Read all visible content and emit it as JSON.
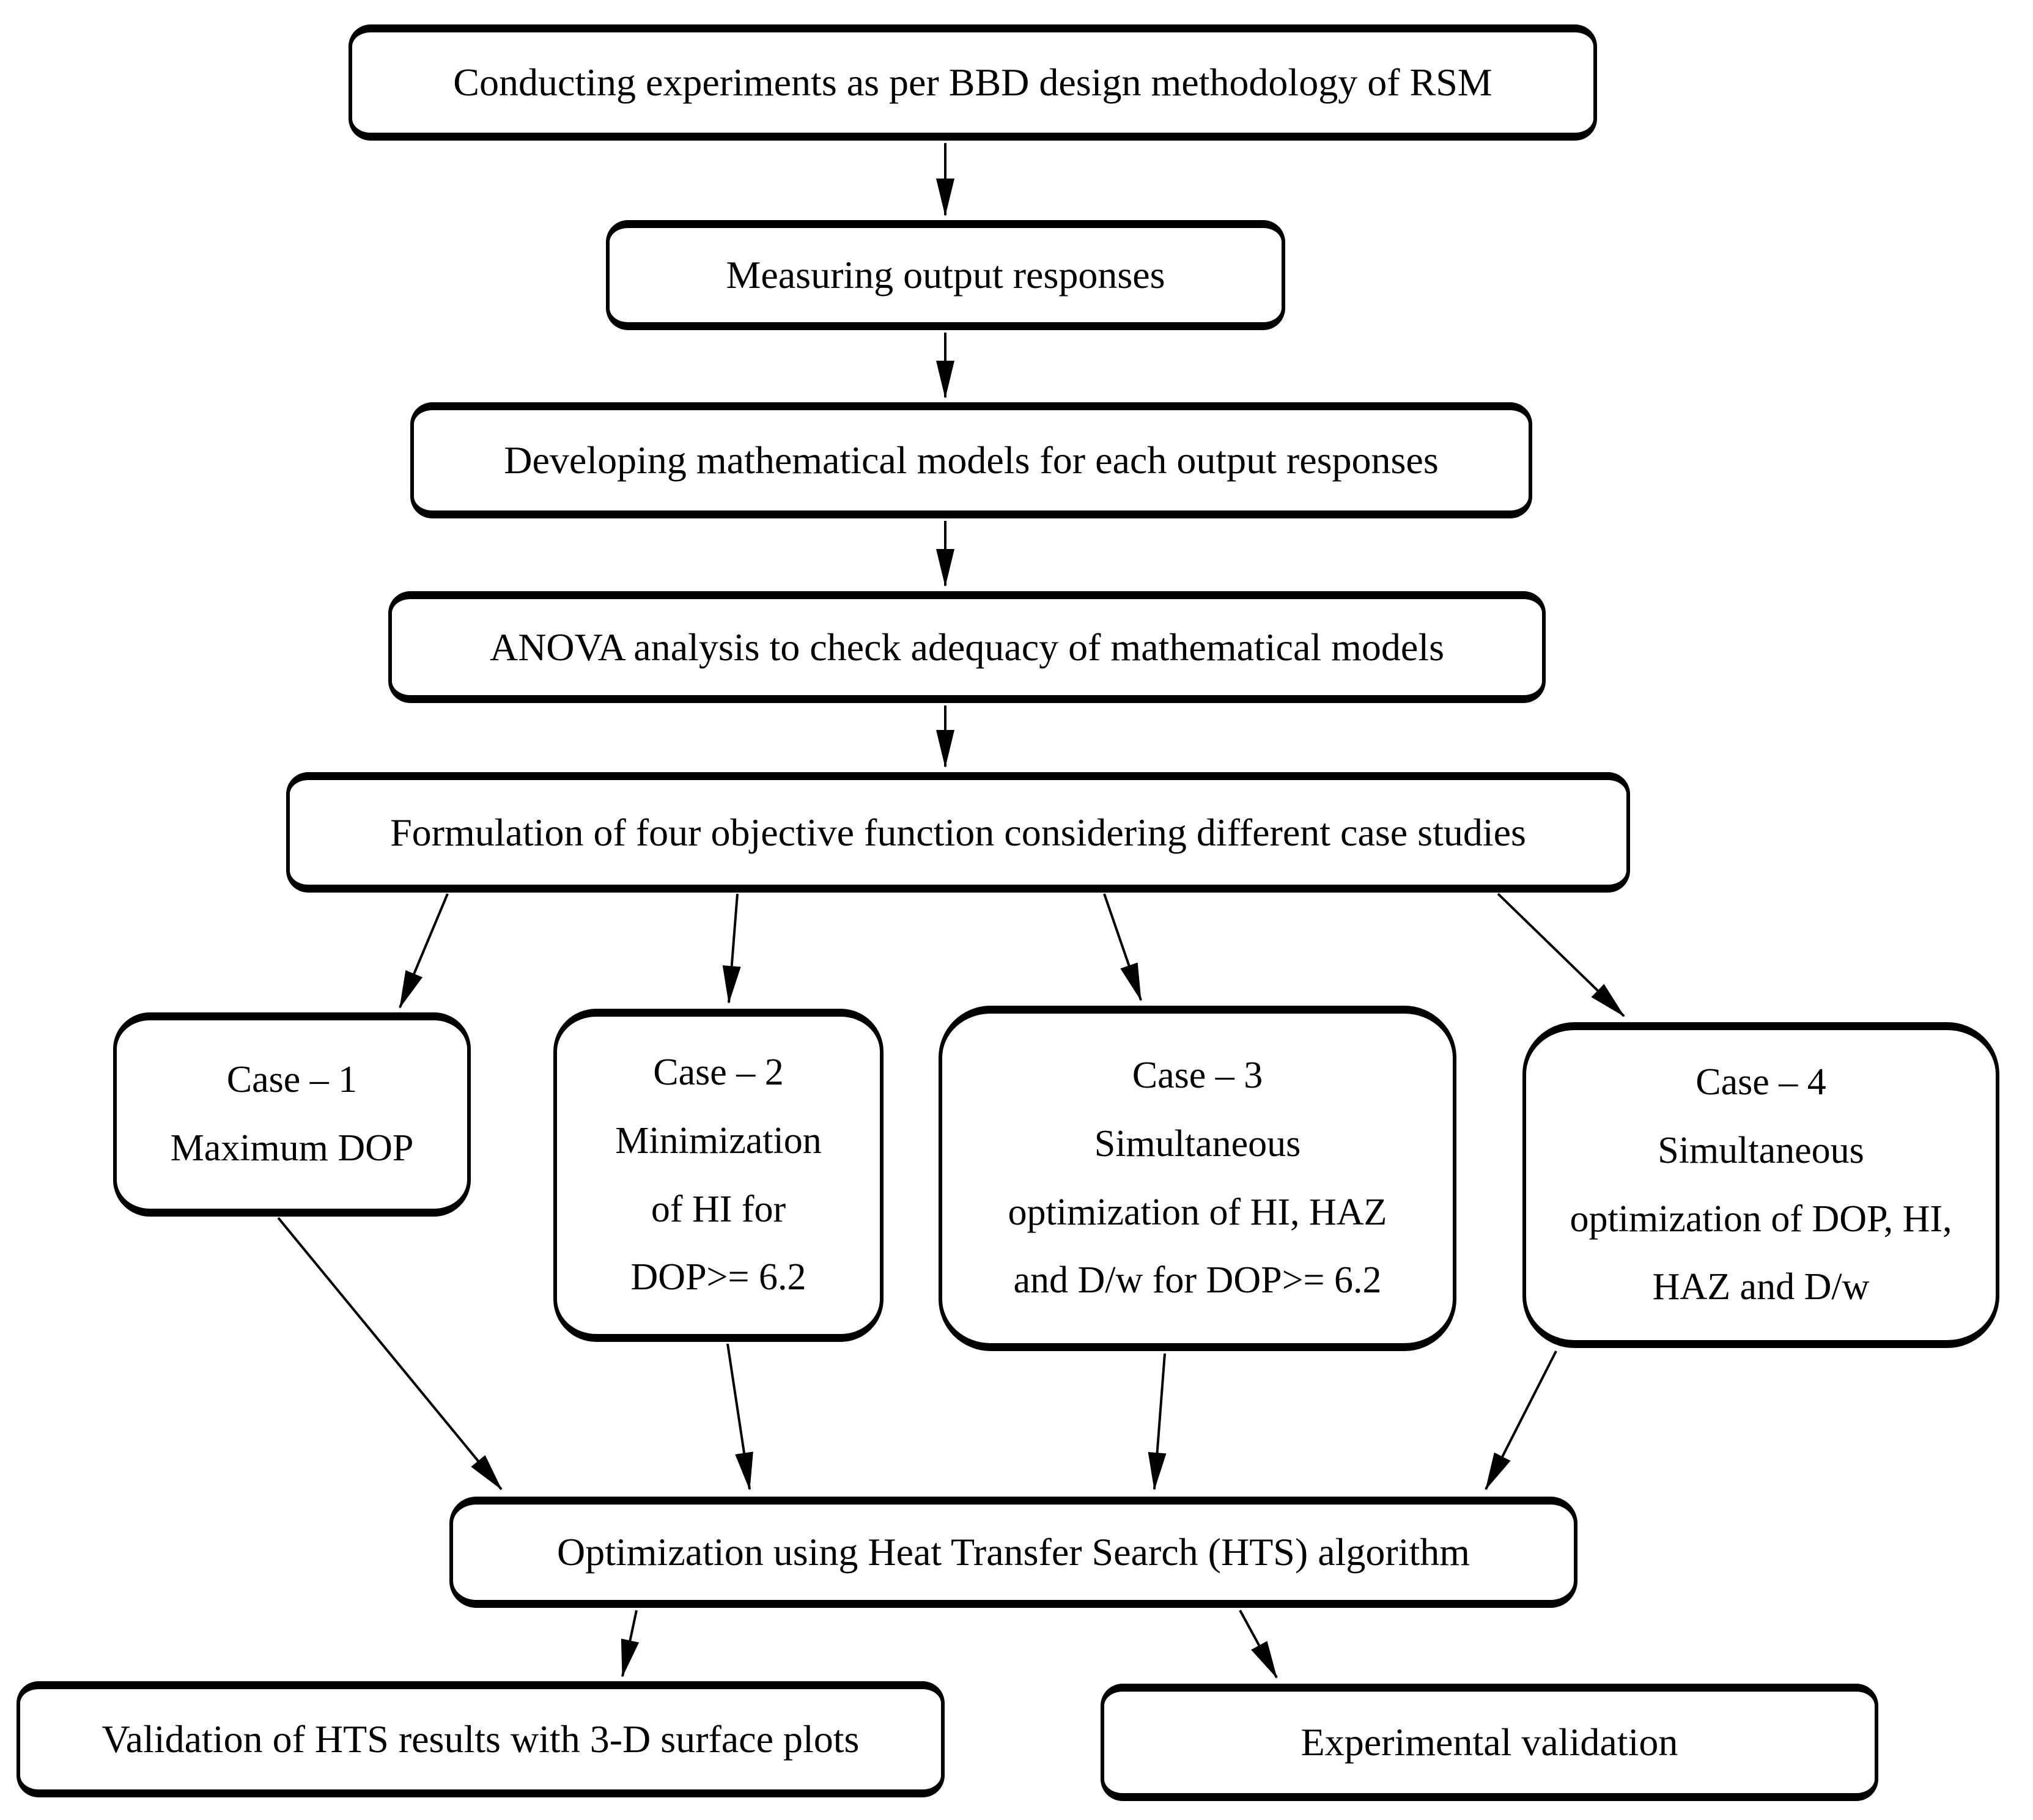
{
  "diagram": {
    "title": "HTS optimization methodology flowchart",
    "background_color": "#ffffff",
    "line_color": "#000000",
    "box_fill": "#ffffff",
    "nodes": {
      "experiments": {
        "label": "Conducting experiments as per BBD design methodology of RSM"
      },
      "measuring": {
        "label": "Measuring output responses"
      },
      "models": {
        "label": "Developing mathematical models for each output responses"
      },
      "anova": {
        "label": "ANOVA analysis to check adequacy of mathematical models"
      },
      "formulation": {
        "label": "Formulation of four objective function considering different case studies"
      },
      "case1": {
        "lines": [
          "Case – 1",
          "Maximum DOP"
        ]
      },
      "case2": {
        "lines": [
          "Case – 2",
          "Minimization",
          "of HI for",
          "DOP>= 6.2"
        ]
      },
      "case3": {
        "lines": [
          "Case – 3",
          "Simultaneous",
          "optimization of HI, HAZ",
          "and D/w for DOP>= 6.2"
        ]
      },
      "case4": {
        "lines": [
          "Case – 4",
          "Simultaneous",
          "optimization of DOP, HI,",
          "HAZ and D/w"
        ]
      },
      "hts": {
        "label": "Optimization using Heat Transfer Search (HTS) algorithm"
      },
      "validation_plots": {
        "label": "Validation of HTS results with 3-D surface plots"
      },
      "validation_experimental": {
        "label": "Experimental validation"
      }
    },
    "edges": [
      {
        "from": "experiments",
        "to": "measuring"
      },
      {
        "from": "measuring",
        "to": "models"
      },
      {
        "from": "models",
        "to": "anova"
      },
      {
        "from": "anova",
        "to": "formulation"
      },
      {
        "from": "formulation",
        "to": "case1"
      },
      {
        "from": "formulation",
        "to": "case2"
      },
      {
        "from": "formulation",
        "to": "case3"
      },
      {
        "from": "formulation",
        "to": "case4"
      },
      {
        "from": "case1",
        "to": "hts"
      },
      {
        "from": "case2",
        "to": "hts"
      },
      {
        "from": "case3",
        "to": "hts"
      },
      {
        "from": "case4",
        "to": "hts"
      },
      {
        "from": "hts",
        "to": "validation_plots"
      },
      {
        "from": "hts",
        "to": "validation_experimental"
      }
    ]
  }
}
